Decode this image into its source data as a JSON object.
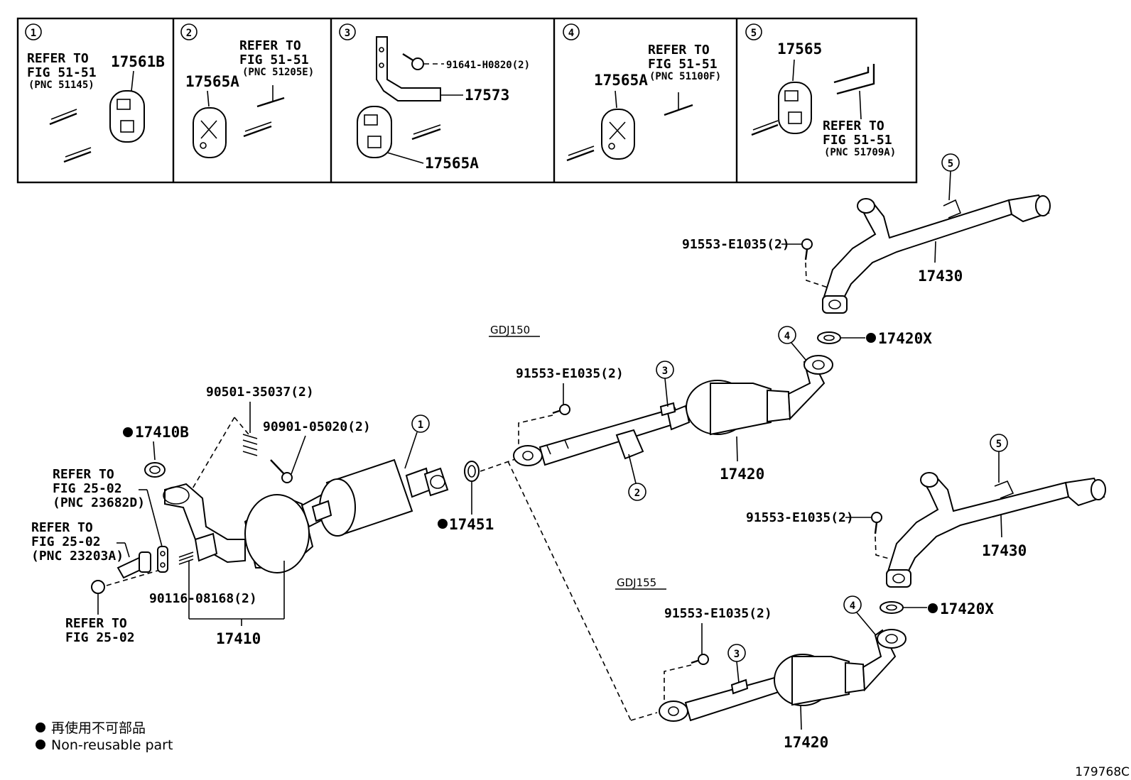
{
  "callout_boxes": [
    {
      "num": "1",
      "refer_lines": [
        "REFER TO",
        "FIG 51-51",
        "(PNC 51145)"
      ],
      "part": "17561B"
    },
    {
      "num": "2",
      "refer_lines": [
        "REFER TO",
        "FIG 51-51",
        "(PNC 51205E)"
      ],
      "part": "17565A"
    },
    {
      "num": "3",
      "parts": [
        "91641-H0820(2)",
        "17573",
        "17565A"
      ]
    },
    {
      "num": "4",
      "refer_lines": [
        "REFER TO",
        "FIG 51-51",
        "(PNC 51100F)"
      ],
      "part": "17565A"
    },
    {
      "num": "5",
      "part": "17565",
      "refer_lines": [
        "REFER TO",
        "FIG 51-51",
        "(PNC 51709A)"
      ]
    }
  ],
  "front": {
    "part_17410B": "17410B",
    "refer_a": [
      "REFER TO",
      "FIG 25-02",
      "(PNC 23682D)"
    ],
    "refer_b": [
      "REFER TO",
      "FIG 25-02",
      "(PNC 23203A)"
    ],
    "refer_c": [
      "REFER TO",
      "FIG 25-02"
    ],
    "bolt_90501": "90501-35037(2)",
    "nut_90901": "90901-05020(2)",
    "stud_90116": "90116-08168(2)",
    "part_17410": "17410",
    "part_17451": "17451",
    "callout_1": "1"
  },
  "gdj150": {
    "label": "GDJ150",
    "bolt": "91553-E1035(2)",
    "part_17420": "17420",
    "gasket": "17420X",
    "callout_2": "2",
    "callout_3": "3",
    "callout_4": "4",
    "tail_bolt": "91553-E1035(2)",
    "tail_pipe": "17430",
    "callout_5": "5"
  },
  "gdj155": {
    "label": "GDJ155",
    "bolt": "91553-E1035(2)",
    "part_17420": "17420",
    "gasket": "17420X",
    "callout_3": "3",
    "callout_4": "4",
    "tail_bolt": "91553-E1035(2)",
    "tail_pipe": "17430",
    "callout_5": "5"
  },
  "legend": {
    "jp": "再使用不可部品",
    "en": "Non-reusable part"
  },
  "figure_code": "179768C"
}
